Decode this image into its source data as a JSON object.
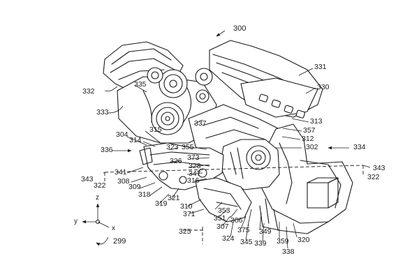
{
  "figure": {
    "ref_labels": {
      "r300": "300",
      "r331": "331",
      "r330": "330",
      "r332": "332",
      "r335": "335",
      "r333": "333",
      "r337": "337",
      "r313": "313",
      "r357": "357",
      "r312": "312",
      "r304": "304",
      "r315": "315",
      "r314": "314",
      "r323": "323",
      "r355": "355",
      "r302": "302",
      "r336": "336",
      "r334": "334",
      "r373": "373",
      "r326": "326",
      "r328": "328",
      "r347": "347",
      "r341": "341",
      "r316": "316",
      "r343a": "343",
      "r343b": "343",
      "r308": "308",
      "r322a": "322",
      "r322b": "322",
      "r309": "309",
      "r318": "318",
      "r321": "321",
      "r319": "319",
      "r310": "310",
      "r371": "371",
      "r353": "353",
      "r351": "351",
      "r306": "306",
      "r307": "307",
      "r375": "375",
      "r349": "349",
      "r339": "339",
      "r359": "359",
      "r320": "320",
      "r338": "338",
      "r325": "325",
      "r324": "324",
      "r345": "345",
      "r299": "299"
    },
    "axes": {
      "z": "z",
      "y": "y",
      "x": "x"
    }
  }
}
